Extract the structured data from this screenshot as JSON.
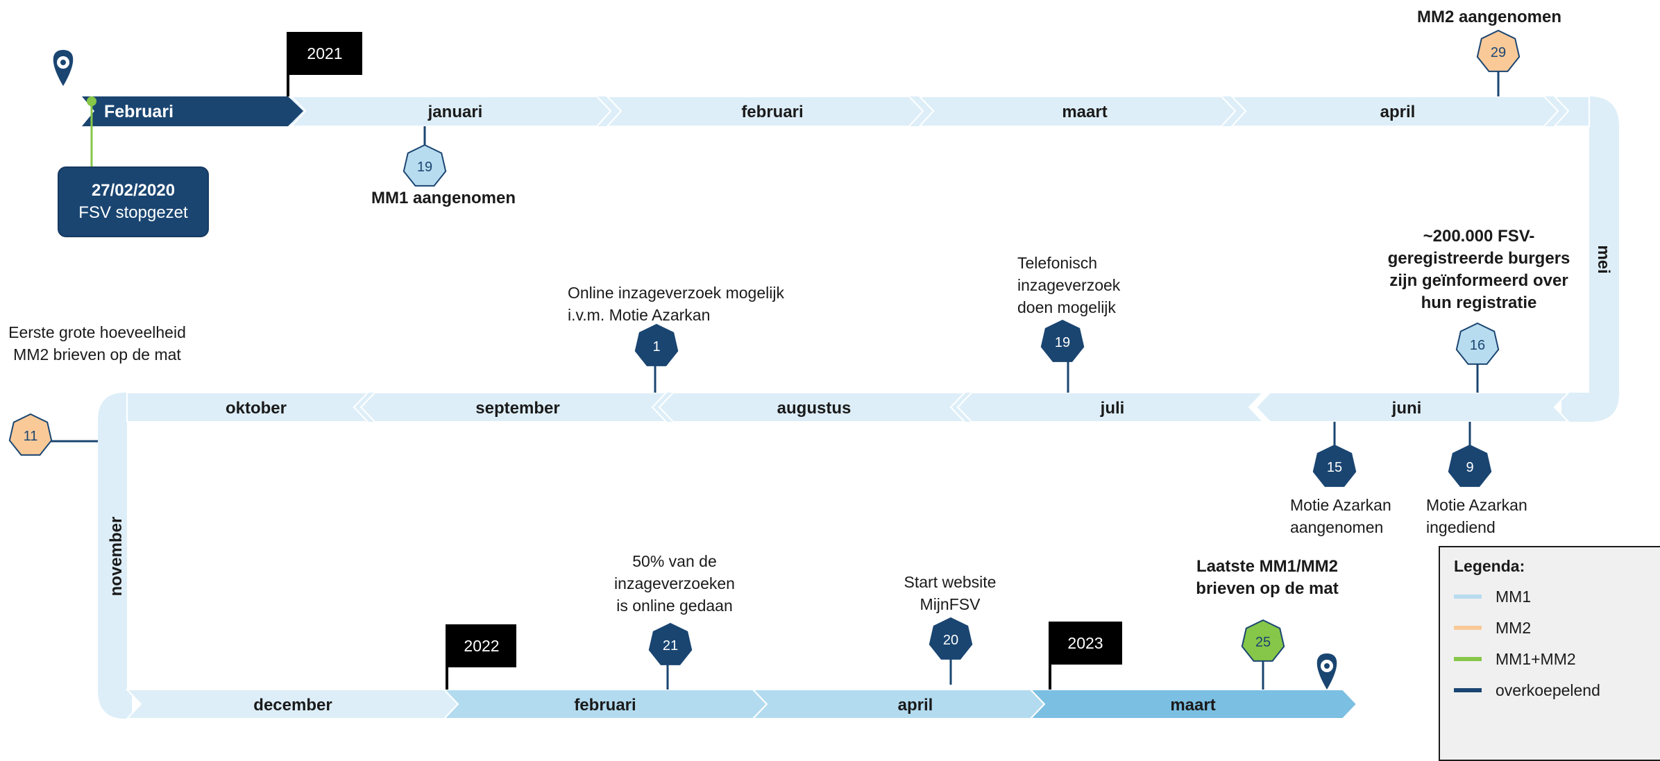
{
  "colors": {
    "mm1": "#b8dcef",
    "mm2": "#f9c998",
    "mm1_mm2": "#86c648",
    "overkoepelend": "#1a4571",
    "track_light": "#ddeef8",
    "track_mid": "#b3dbef",
    "track_strong": "#7bbfe2"
  },
  "start_segment": {
    "label": "Februari"
  },
  "year_flags": [
    "2021",
    "2022",
    "2023"
  ],
  "months": {
    "row1": [
      "januari",
      "februari",
      "maart",
      "april"
    ],
    "right_turn": "mei",
    "row2": [
      "juni",
      "juli",
      "augustus",
      "september",
      "oktober"
    ],
    "left_turn": "november",
    "row3": [
      "december",
      "februari",
      "april",
      "maart"
    ]
  },
  "start_event": {
    "date": "27/02/2020",
    "text": "FSV stopgezet"
  },
  "milestones": {
    "mm1_aangenomen": {
      "day": "19",
      "category": "mm1",
      "lines": [
        "MM1 aangenomen"
      ]
    },
    "mm2_aangenomen": {
      "day": "29",
      "category": "mm2",
      "lines": [
        "MM2 aangenomen"
      ]
    },
    "fsv_geinformeerd": {
      "day": "16",
      "category": "mm1",
      "lines": [
        "~200.000 FSV-",
        "geregistreerde burgers",
        "zijn geïnformeerd over",
        "hun registratie"
      ]
    },
    "motie_aangenomen": {
      "day": "15",
      "category": "overkoepelend",
      "lines": [
        "Motie Azarkan",
        "aangenomen"
      ]
    },
    "motie_ingediend": {
      "day": "9",
      "category": "overkoepelend",
      "lines": [
        "Motie Azarkan",
        "ingediend"
      ]
    },
    "telefonisch": {
      "day": "19",
      "category": "overkoepelend",
      "lines": [
        "Telefonisch",
        "inzageverzoek",
        "doen mogelijk"
      ]
    },
    "online": {
      "day": "1",
      "category": "overkoepelend",
      "lines": [
        "Online inzageverzoek mogelijk",
        "i.v.m. Motie Azarkan"
      ]
    },
    "eerste_brieven": {
      "day": "11",
      "category": "mm2",
      "lines": [
        "Eerste grote hoeveelheid",
        "MM2 brieven op de mat"
      ]
    },
    "vijftig_procent": {
      "day": "21",
      "category": "overkoepelend",
      "lines": [
        "50% van de",
        "inzageverzoeken",
        "is online gedaan"
      ]
    },
    "website": {
      "day": "20",
      "category": "overkoepelend",
      "lines": [
        "Start website",
        "MijnFSV"
      ]
    },
    "laatste_brieven": {
      "day": "25",
      "category": "mm1_mm2",
      "lines": [
        "Laatste MM1/MM2",
        "brieven op de mat"
      ]
    }
  },
  "legend": {
    "title": "Legenda:",
    "items": [
      {
        "key": "mm1",
        "label": "MM1"
      },
      {
        "key": "mm2",
        "label": "MM2"
      },
      {
        "key": "mm1_mm2",
        "label": "MM1+MM2"
      },
      {
        "key": "overkoepelend",
        "label": "overkoepelend"
      }
    ]
  }
}
